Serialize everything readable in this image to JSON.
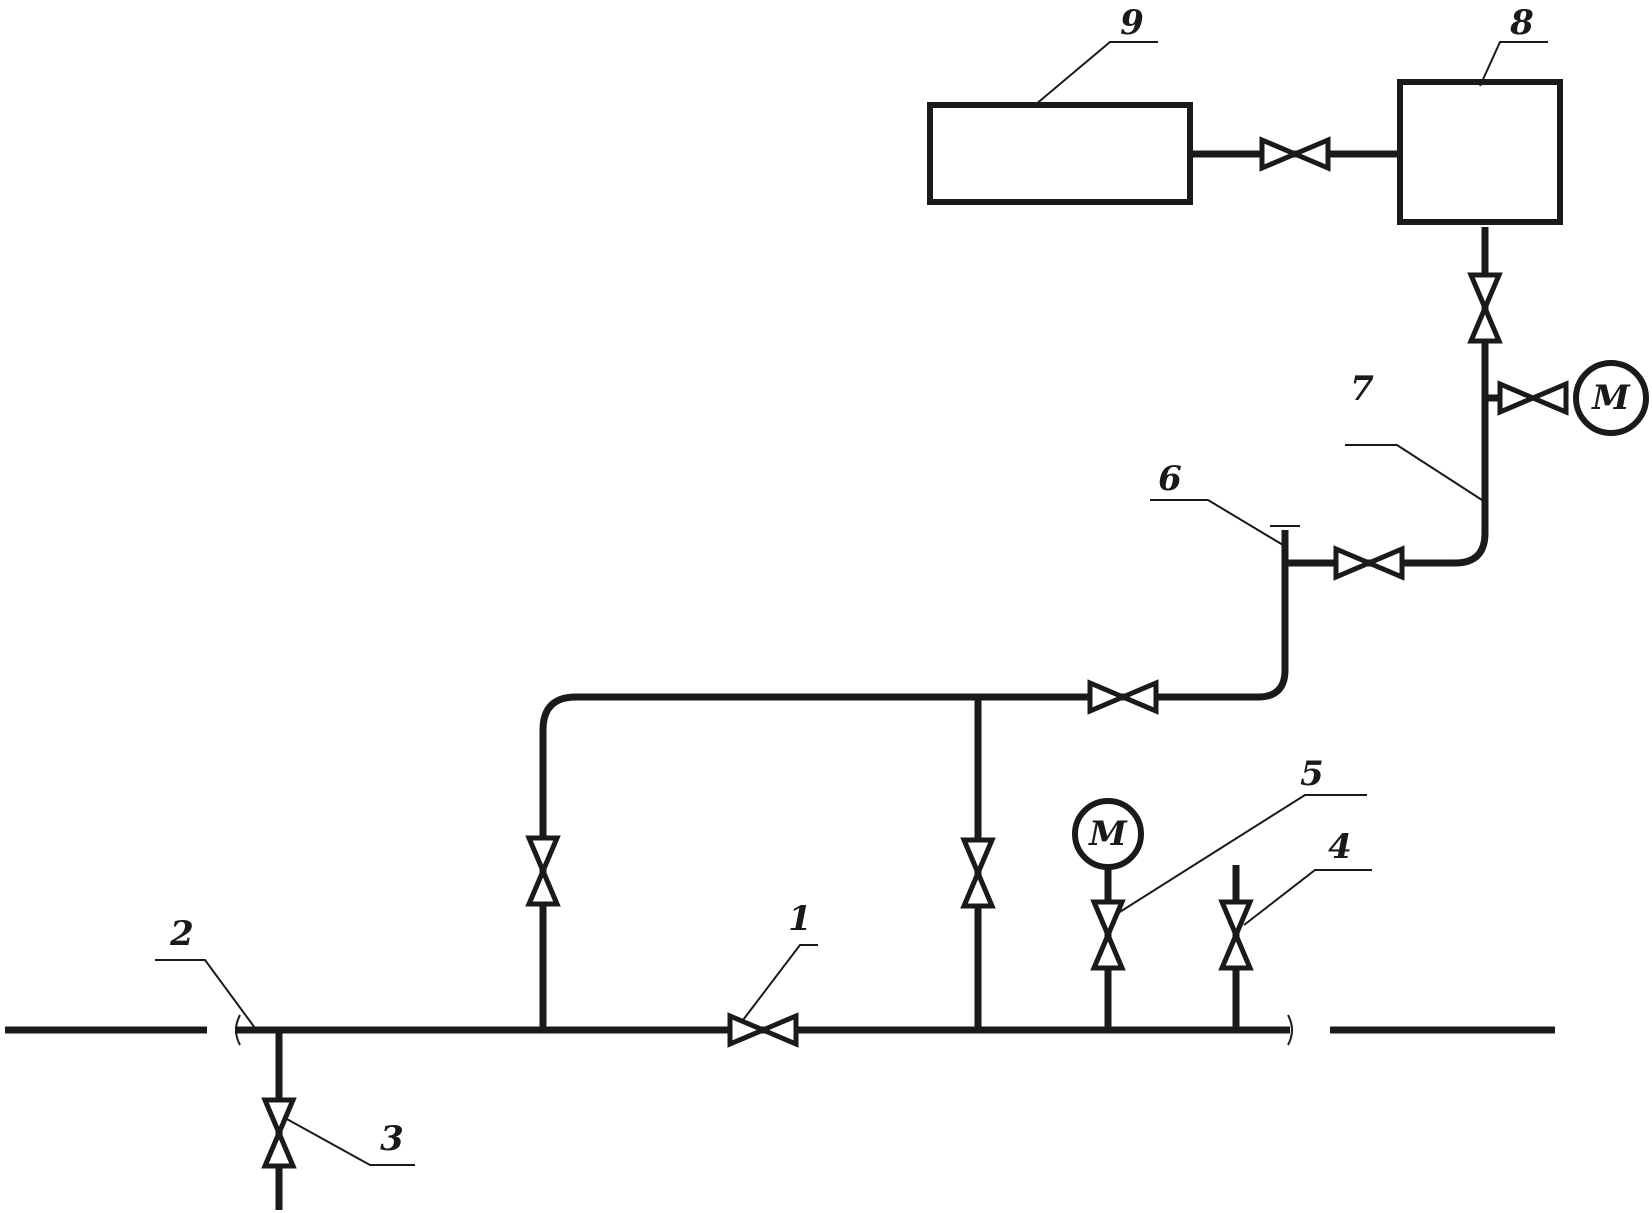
{
  "gauge_symbol": "M",
  "callouts": [
    {
      "id": "1",
      "label": "1"
    },
    {
      "id": "2",
      "label": "2"
    },
    {
      "id": "3",
      "label": "3"
    },
    {
      "id": "4",
      "label": "4"
    },
    {
      "id": "5",
      "label": "5"
    },
    {
      "id": "6",
      "label": "6"
    },
    {
      "id": "7",
      "label": "7"
    },
    {
      "id": "8",
      "label": "8"
    },
    {
      "id": "9",
      "label": "9"
    }
  ],
  "colors": {
    "line": "#1a1a1a",
    "background": "#ffffff"
  }
}
